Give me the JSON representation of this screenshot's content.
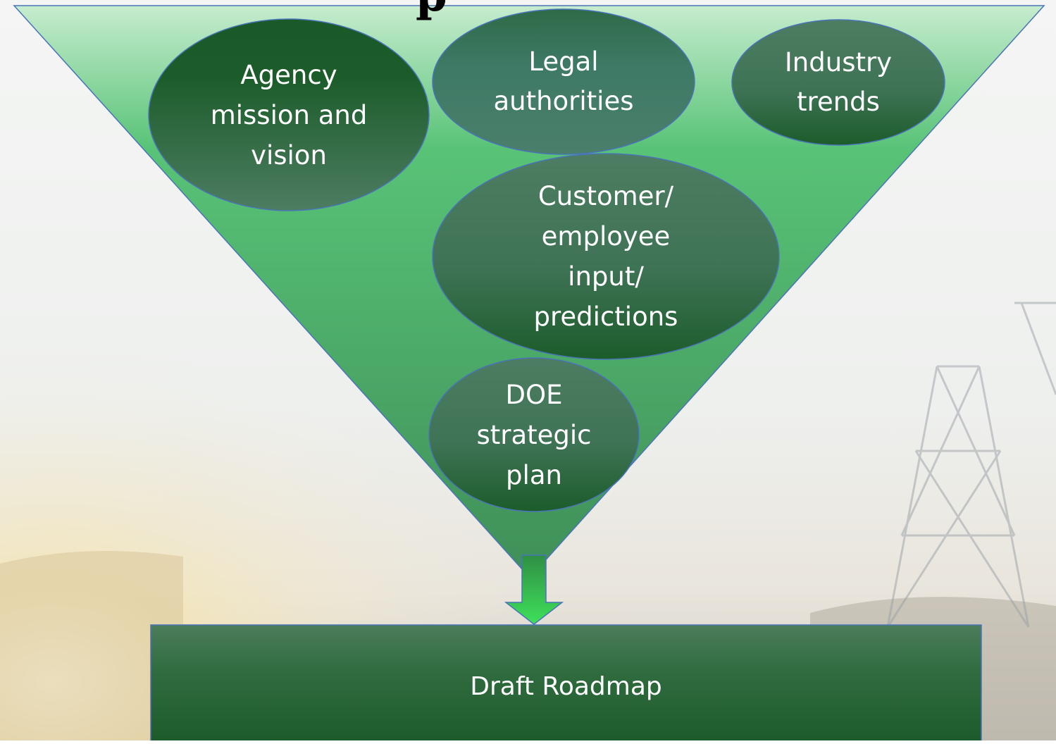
{
  "diagram": {
    "title_fragment": "p",
    "inputs": [
      {
        "label": "Agency\nmission and\nvision"
      },
      {
        "label": "Legal\nauthorities"
      },
      {
        "label": "Industry\ntrends"
      },
      {
        "label": "Customer/\nemployee\ninput/\npredictions"
      },
      {
        "label": "DOE\nstrategic\nplan"
      }
    ],
    "output": {
      "label": "Draft Roadmap"
    },
    "colors": {
      "funnel_top": "#b8e8c0",
      "funnel_mid": "#5cc07a",
      "funnel_bottom": "#3f9a5c",
      "ellipse_dark": "#1b5a2a",
      "ellipse_light": "#4a7a5e",
      "arrow": "#3fd45a",
      "box": "#2e6b40"
    }
  }
}
